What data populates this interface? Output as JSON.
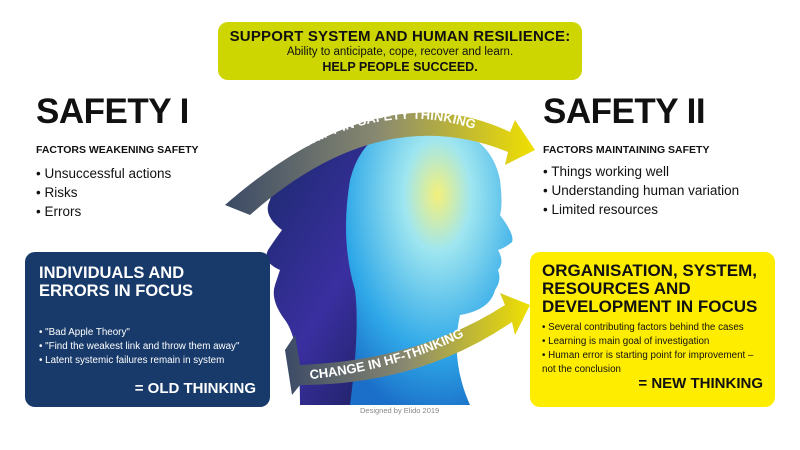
{
  "top": {
    "title": "SUPPORT SYSTEM AND HUMAN RESILIENCE:",
    "subtitle": "Ability to anticipate, cope, recover and learn.",
    "tagline": "HELP PEOPLE SUCCEED."
  },
  "arrows": {
    "top": "PARADIGM SHIFT IN SAFETY THINKING",
    "bottom": "CHANGE IN HF-THINKING"
  },
  "safety1": {
    "title": "SAFETY I",
    "subtitle": "FACTORS WEAKENING SAFETY",
    "items": [
      "Unsuccessful actions",
      "Risks",
      "Errors"
    ]
  },
  "safety2": {
    "title": "SAFETY II",
    "subtitle": "FACTORS MAINTAINING SAFETY",
    "items": [
      "Things working well",
      "Understanding human variation",
      "Limited resources"
    ]
  },
  "old": {
    "title": "INDIVIDUALS AND ERRORS IN FOCUS",
    "items": [
      "\"Bad Apple Theory\"",
      "\"Find the weakest link and throw them away\"",
      "Latent systemic failures remain in system"
    ],
    "conclusion": "= OLD THINKING"
  },
  "new": {
    "title": "ORGANISATION, SYSTEM, RESOURCES AND DEVELOPMENT IN FOCUS",
    "items": [
      "Several contributing factors behind the cases",
      "Learning is main goal of investigation",
      "Human error is starting point for improvement – not the conclusion"
    ],
    "conclusion": "= NEW THINKING"
  },
  "credit": "Designed by Elido 2019",
  "colors": {
    "lime": "#cdd600",
    "navy": "#173a6a",
    "yellow": "#ffed00"
  }
}
